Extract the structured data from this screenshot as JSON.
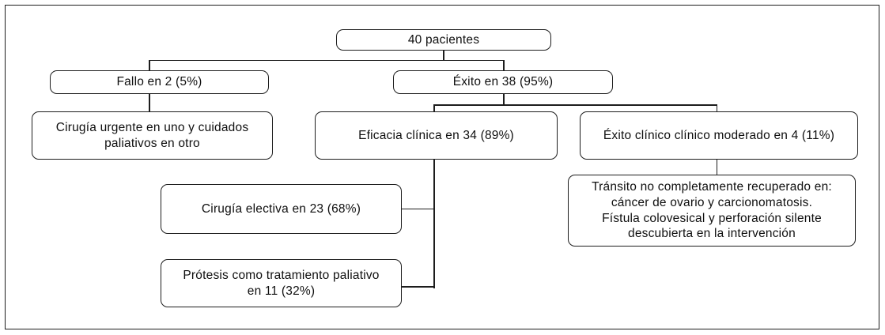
{
  "diagram": {
    "type": "flowchart",
    "nodes": {
      "root": {
        "label": "40 pacientes"
      },
      "fallo": {
        "label": "Fallo en 2 (5%)"
      },
      "exito": {
        "label": "Éxito en 38 (95%)"
      },
      "cirugia_urgente": {
        "label": "Cirugía urgente en uno y cuidados\npaliativos en otro"
      },
      "eficacia": {
        "label": "Eficacia clínica en 34 (89%)"
      },
      "exito_moderado": {
        "label": "Éxito clínico clínico moderado en 4 (11%)"
      },
      "cirugia_electiva": {
        "label": "Cirugía electiva en 23 (68%)"
      },
      "protesis": {
        "label": "Prótesis como tratamiento paliativo\nen 11 (32%)"
      },
      "transito": {
        "label": "Tránsito no completamente recuperado en:\ncáncer de ovario y carcionomatosis.\nFístula colovesical y perforación silente\ndescubierta en la intervención"
      }
    },
    "edges": [
      {
        "from": "root",
        "to": "fallo"
      },
      {
        "from": "root",
        "to": "exito"
      },
      {
        "from": "fallo",
        "to": "cirugia_urgente"
      },
      {
        "from": "exito",
        "to": "eficacia"
      },
      {
        "from": "exito",
        "to": "exito_moderado"
      },
      {
        "from": "eficacia",
        "to": "cirugia_electiva"
      },
      {
        "from": "eficacia",
        "to": "protesis"
      },
      {
        "from": "exito_moderado",
        "to": "transito"
      }
    ],
    "colors": {
      "background": "#ffffff",
      "box_border": "#1d1d1d",
      "line": "#1d1d1d",
      "text": "#0f0f0f"
    }
  }
}
